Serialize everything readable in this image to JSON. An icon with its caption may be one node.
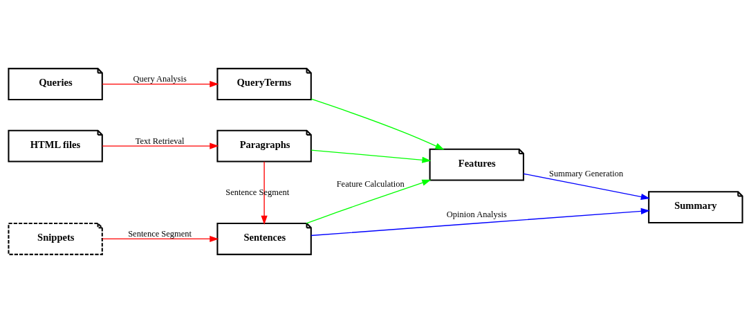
{
  "diagram": {
    "nodes": [
      {
        "text": [
          "HTML files"
        ]
      },
      {
        "text": [
          "Paragraphs"
        ]
      },
      {
        "text": [
          "Snippets"
        ]
      },
      {
        "text": [
          "Sentences"
        ]
      },
      {
        "text": [
          "Queries"
        ]
      },
      {
        "text": [
          "QueryTerms"
        ]
      },
      {
        "text": [
          "Features"
        ]
      },
      {
        "text": [
          "Summary"
        ]
      }
    ],
    "edges": [
      {
        "from": 0,
        "to": 1,
        "arrow": "to",
        "label": "Text Retrieval"
      },
      {
        "from": 1,
        "to": 3,
        "arrow": "to",
        "label": "Sentence Segment"
      },
      {
        "from": 2,
        "to": 3,
        "arrow": "to",
        "label": "Sentence Segment"
      },
      {
        "from": 4,
        "to": 5,
        "arrow": "to",
        "label": "Query Analysis"
      },
      {
        "from": 1,
        "to": 6,
        "arrow": "to",
        "color": "#00ff00"
      },
      {
        "from": 3,
        "to": 6,
        "arrow": "to",
        "color": "#00ff00",
        "label": "Feature Calculation"
      },
      {
        "from": 5,
        "to": 6,
        "arrow": "to",
        "color": "#00ff00"
      },
      {
        "from": 3,
        "to": 7,
        "arrow": "to",
        "color": "#0000ff",
        "label": "Opinion Analysis"
      },
      {
        "from": 6,
        "to": 7,
        "arrow": "to",
        "color": "#0000ff",
        "label": "Summary Generation"
      }
    ]
  }
}
